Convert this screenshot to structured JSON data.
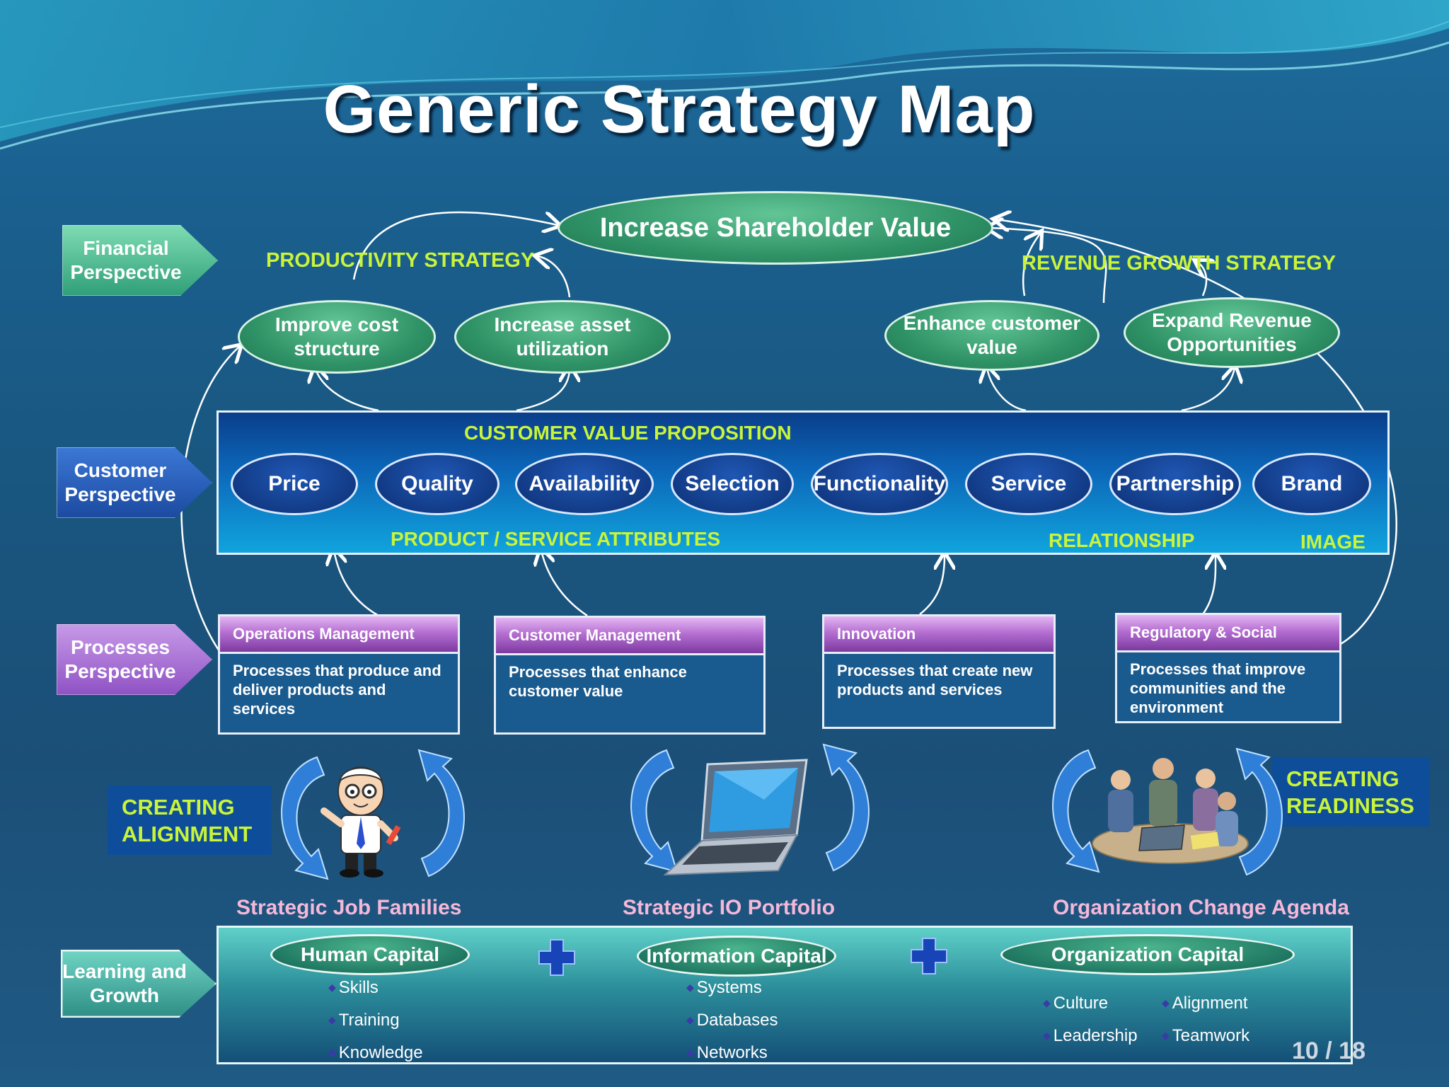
{
  "title": "Generic Strategy Map",
  "perspectives": {
    "financial": "Financial Perspective",
    "customer": "Customer Perspective",
    "processes": "Processes Perspective",
    "learning": "Learning and Growth"
  },
  "financial": {
    "goal": "Increase Shareholder Value",
    "productivity_strategy": "PRODUCTIVITY STRATEGY",
    "revenue_strategy": "REVENUE GROWTH STRATEGY",
    "objectives": [
      "Improve cost structure",
      "Increase asset utilization",
      "Enhance customer value",
      "Expand Revenue Opportunities"
    ]
  },
  "customer": {
    "header": "CUSTOMER VALUE PROPOSITION",
    "attributes": [
      "Price",
      "Quality",
      "Availability",
      "Selection",
      "Functionality",
      "Service",
      "Partnership",
      "Brand"
    ],
    "group_product": "PRODUCT / SERVICE ATTRIBUTES",
    "group_relationship": "RELATIONSHIP",
    "group_image": "IMAGE"
  },
  "processes": [
    {
      "title": "Operations Management",
      "text": "Processes that produce and deliver products and services"
    },
    {
      "title": "Customer Management",
      "text": "Processes that enhance customer value"
    },
    {
      "title": "Innovation",
      "text": "Processes that create new products and services"
    },
    {
      "title": "Regulatory & Social",
      "text": "Processes that improve communities and the environment"
    }
  ],
  "readiness": {
    "creating_alignment": "CREATING ALIGNMENT",
    "creating_readiness": "CREATING READINESS",
    "job_families": "Strategic Job Families",
    "io_portfolio": "Strategic IO Portfolio",
    "change_agenda": "Organization Change Agenda"
  },
  "learning": {
    "capitals": [
      "Human Capital",
      "Information Capital",
      "Organization Capital"
    ],
    "human_items": [
      "Skills",
      "Training",
      "Knowledge"
    ],
    "info_items": [
      "Systems",
      "Databases",
      "Networks"
    ],
    "org_items": [
      "Culture",
      "Alignment",
      "Leadership",
      "Teamwork"
    ]
  },
  "pager": "10 / 18",
  "colors": {
    "accent_text": "#c9f43a",
    "subtitle_text": "#f5b8d8",
    "financial_green": "#2f9367",
    "customer_blue": "#123b86",
    "process_purple": "#b56fd2"
  },
  "icons": [
    "cycle-arrow-icon",
    "plus-icon",
    "cartoon-person-image",
    "laptop-image",
    "team-meeting-image"
  ]
}
